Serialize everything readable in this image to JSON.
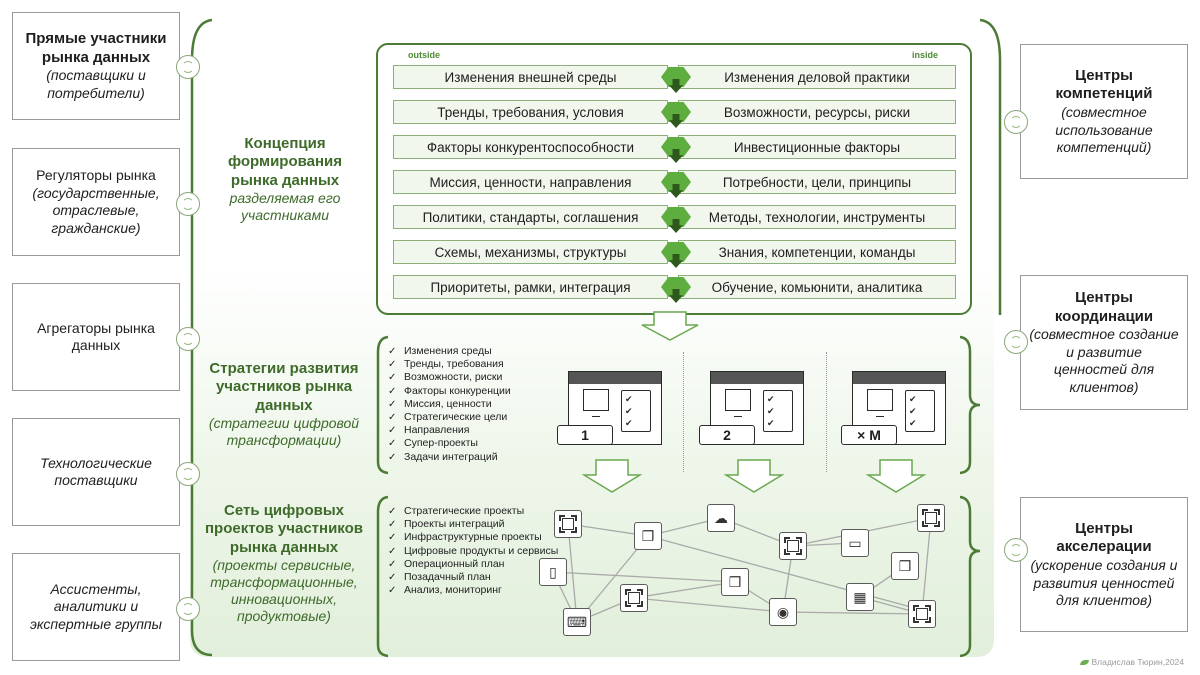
{
  "left_boxes": [
    {
      "title": "Прямые участники рынка данных",
      "subtitle": "(поставщики и потребители)"
    },
    {
      "title": "Регуляторы рынка",
      "subtitle": "(государственные, отраслевые, гражданские)"
    },
    {
      "title": "Агрегаторы рынка данных",
      "subtitle": ""
    },
    {
      "title": "",
      "subtitle": "Технологические поставщики"
    },
    {
      "title": "",
      "subtitle": "Ассистенты, аналитики и экспертные группы"
    }
  ],
  "right_boxes": [
    {
      "title": "Центры компетенций",
      "subtitle": "(совместное использование компетенций)"
    },
    {
      "title": "Центры координации",
      "subtitle": "(совместное создание и развитие ценностей для клиентов)"
    },
    {
      "title": "Центры акселерации",
      "subtitle": "(ускорение создания и развития ценностей для клиентов)"
    }
  ],
  "concept": {
    "title": "Концепция формирования рынка данных",
    "subtitle": "разделяемая его участниками",
    "outside_label": "outside",
    "inside_label": "inside",
    "rows": [
      {
        "left": "Изменения внешней среды",
        "right": "Изменения деловой практики"
      },
      {
        "left": "Тренды, требования, условия",
        "right": "Возможности, ресурсы, риски"
      },
      {
        "left": "Факторы конкурентоспособности",
        "right": "Инвестиционные факторы"
      },
      {
        "left": "Миссия, ценности, направления",
        "right": "Потребности, цели, принципы"
      },
      {
        "left": "Политики, стандарты, соглашения",
        "right": "Методы, технологии, инструменты"
      },
      {
        "left": "Схемы, механизмы, структуры",
        "right": "Знания, компетенции, команды"
      },
      {
        "left": "Приоритеты, рамки, интеграция",
        "right": "Обучение, комьюнити, аналитика"
      }
    ]
  },
  "strategy": {
    "title": "Стратегии развития участников рынка данных",
    "subtitle": "(стратегии цифровой трансформации)",
    "checklist": [
      "Изменения среды",
      "Тренды, требования",
      "Возможности, риски",
      "Факторы конкуренции",
      "Миссия, ценности",
      "Стратегические цели",
      "Направления",
      "Супер-проекты",
      "Задачи интеграций"
    ],
    "cards": [
      "1",
      "2",
      "× M"
    ]
  },
  "network": {
    "title": "Сеть цифровых проектов участников рынка данных",
    "subtitle": "(проекты сервисные, трансформационные, инновационных, продуктовые)",
    "checklist": [
      "Стратегические проекты",
      "Проекты интеграций",
      "Инфраструктурные проекты",
      "Цифровые продукты и сервисы",
      "Операционный план",
      "Позадачный план",
      "Анализ, мониторинг"
    ]
  },
  "footer": "Владислав Тюрин,2024"
}
